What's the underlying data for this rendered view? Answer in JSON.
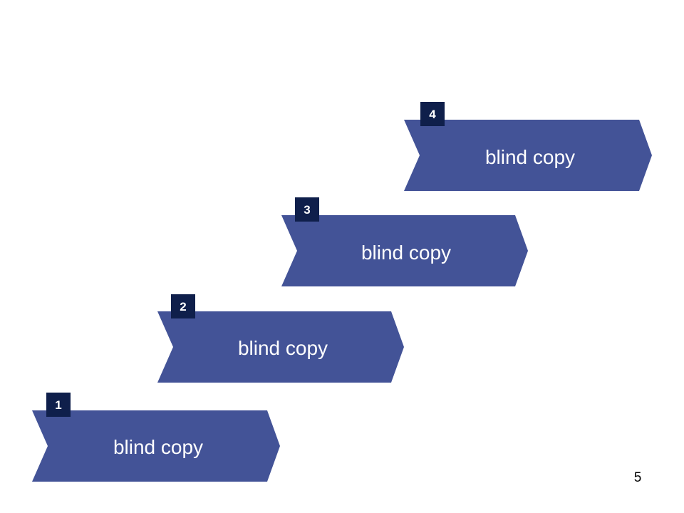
{
  "colors": {
    "chevron_fill": "#435397",
    "badge_fill": "#0f1f4b",
    "text": "#ffffff"
  },
  "steps": [
    {
      "number": "1",
      "label": "blind copy"
    },
    {
      "number": "2",
      "label": "blind copy"
    },
    {
      "number": "3",
      "label": "blind copy"
    },
    {
      "number": "4",
      "label": "blind copy"
    }
  ],
  "footer": {
    "page_number": "5"
  }
}
